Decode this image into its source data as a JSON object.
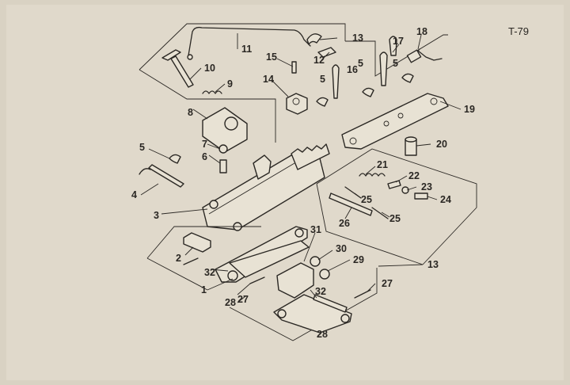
{
  "page_number": "T-79",
  "labels": {
    "l1": "1",
    "l2": "2",
    "l3": "3",
    "l4": "4",
    "l5a": "5",
    "l5b": "5",
    "l5c": "5",
    "l5d": "5",
    "l6": "6",
    "l7": "7",
    "l8": "8",
    "l9": "9",
    "l10": "10",
    "l11": "11",
    "l12": "12",
    "l13a": "13",
    "l13b": "13",
    "l14": "14",
    "l15": "15",
    "l16": "16",
    "l17": "17",
    "l18": "18",
    "l19": "19",
    "l20": "20",
    "l21": "21",
    "l22": "22",
    "l23": "23",
    "l24": "24",
    "l25a": "25",
    "l25b": "25",
    "l26": "26",
    "l27a": "27",
    "l27b": "27",
    "l28a": "28",
    "l28b": "28",
    "l29": "29",
    "l30": "30",
    "l31": "31",
    "l32a": "32",
    "l32b": "32"
  }
}
